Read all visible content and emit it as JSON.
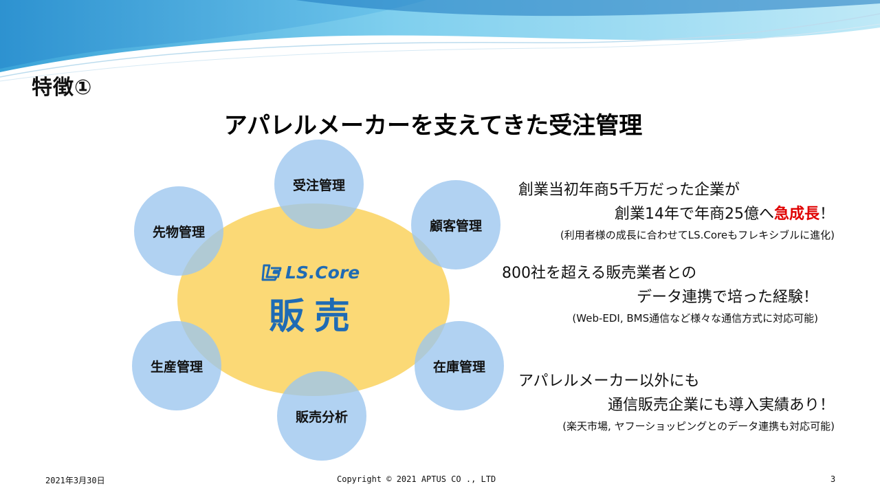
{
  "slide": {
    "title": "特徴①",
    "subtitle": "アパレルメーカーを支えてきた受注管理"
  },
  "diagram": {
    "core": {
      "logo_text": "LS.Core",
      "label": "販売",
      "color": "#1f6bb4"
    },
    "modules": [
      "受注管理",
      "顧客管理",
      "在庫管理",
      "販売分析",
      "生産管理",
      "先物管理"
    ],
    "colors": {
      "ellipse": "#fbd976",
      "circle": "#9bc5ee"
    }
  },
  "features": [
    {
      "line1": "創業当初年商5千万だった企業が",
      "line2_pre": "創業14年で年商25億へ",
      "line2_emph": "急成長",
      "line2_post": "！",
      "note": "(利用者様の成長に合わせてLS.Coreもフレキシブルに進化)"
    },
    {
      "line1": "800社を超える販売業者との",
      "line2_pre": "データ連携で培った経験！",
      "note": "(Web-EDI, BMS通信など様々な通信方式に対応可能)"
    },
    {
      "line1": "アパレルメーカー以外にも",
      "line2_pre": "通信販売企業にも導入実績あり！",
      "note": "(楽天市場, ヤフーショッピングとのデータ連携も対応可能)"
    }
  ],
  "footer": {
    "date": "2021年3月30日",
    "copyright": "Copyright © 2021 APTUS CO ., LTD",
    "page": "3"
  },
  "colors": {
    "emphasis": "#e00000"
  }
}
